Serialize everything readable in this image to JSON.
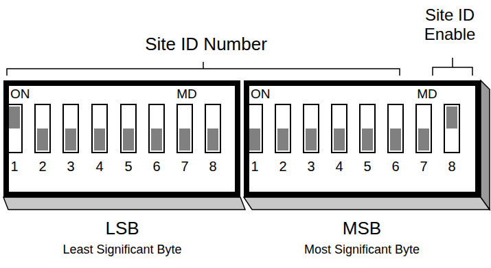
{
  "diagram": {
    "nodes": [
      {
        "text": [
          "ON",
          "MD",
          "1",
          "2",
          "3",
          "4",
          "5",
          "6",
          "7",
          "8"
        ]
      },
      {
        "text": [
          "ON",
          "MD",
          "1",
          "2",
          "3",
          "4",
          "5",
          "6",
          "7",
          "8"
        ]
      }
    ],
    "labels": [
      "Site ID Number",
      "Site ID Enable",
      "LSB",
      "Least Significant Byte",
      "MSB",
      "Most Significant Byte"
    ]
  }
}
